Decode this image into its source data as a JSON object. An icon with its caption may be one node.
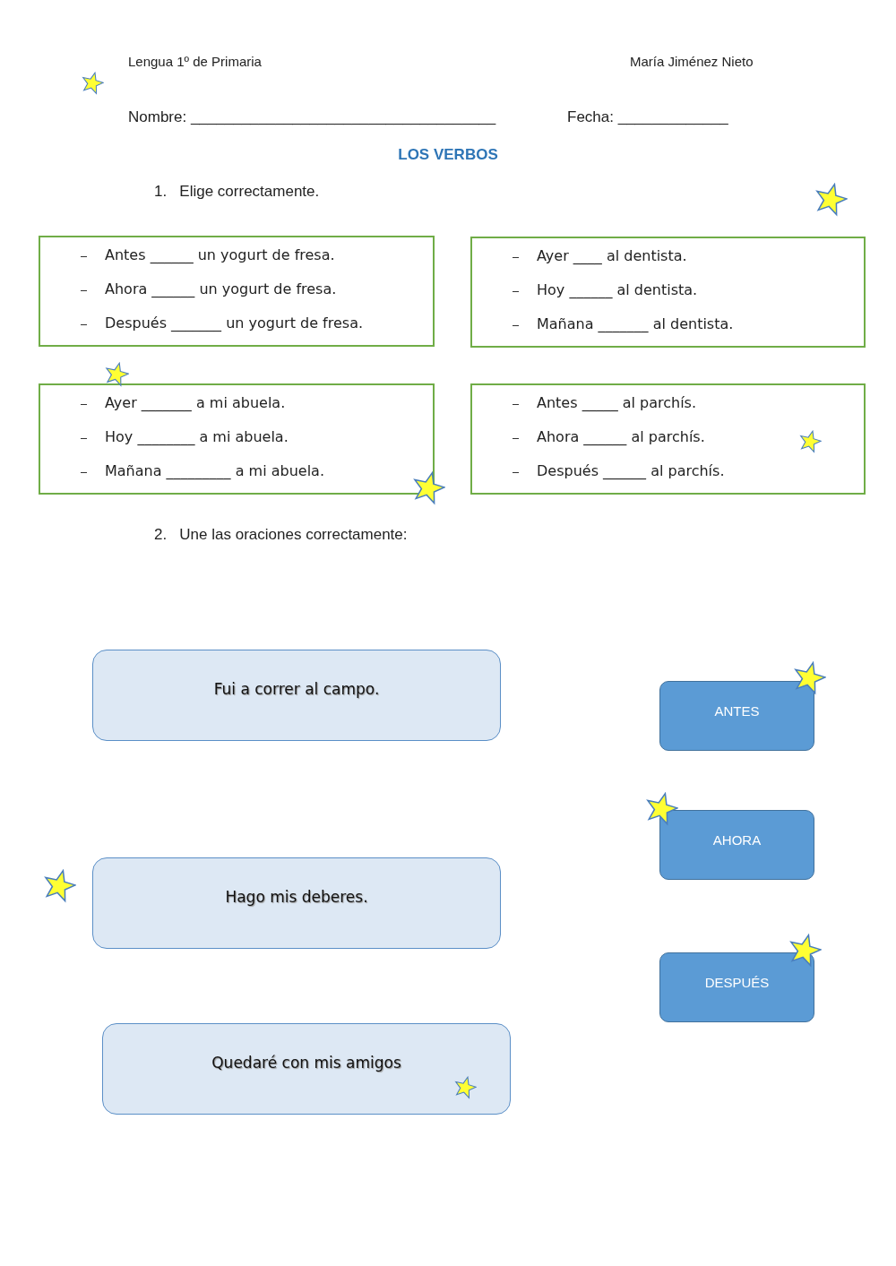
{
  "diagram": {
    "title": "LOS VERBOS",
    "nodes": [
      {
        "text": [
          "Antes ______ un yogurt de fresa.",
          "Ahora ______ un yogurt de fresa.",
          "Después _______ un yogurt de fresa."
        ]
      },
      {
        "text": [
          "Ayer ____ al dentista.",
          "Hoy ______ al dentista.",
          "Mañana _______ al dentista."
        ]
      },
      {
        "text": [
          "Ayer _______ a mi abuela.",
          "Hoy ________ a mi abuela.",
          "Mañana _________ a mi abuela."
        ]
      },
      {
        "text": [
          "Antes _____ al parchís.",
          "Ahora ______ al parchís.",
          "Después ______ al parchís."
        ]
      },
      {
        "text": [
          "Fui a correr al campo."
        ]
      },
      {
        "text": [
          "Hago mis deberes."
        ]
      },
      {
        "text": [
          "Quedaré con mis amigos"
        ]
      },
      {
        "text": [
          "ANTES"
        ]
      },
      {
        "text": [
          "AHORA"
        ]
      },
      {
        "text": [
          "DESPUÉS"
        ]
      }
    ],
    "labels": [
      "Lengua 1º de Primaria",
      "María Jiménez Nieto",
      "Nombre: ____________________________________",
      "Fecha: _____________",
      "1.   Elige correctamente.",
      "2.   Une las oraciones correctamente:"
    ]
  }
}
